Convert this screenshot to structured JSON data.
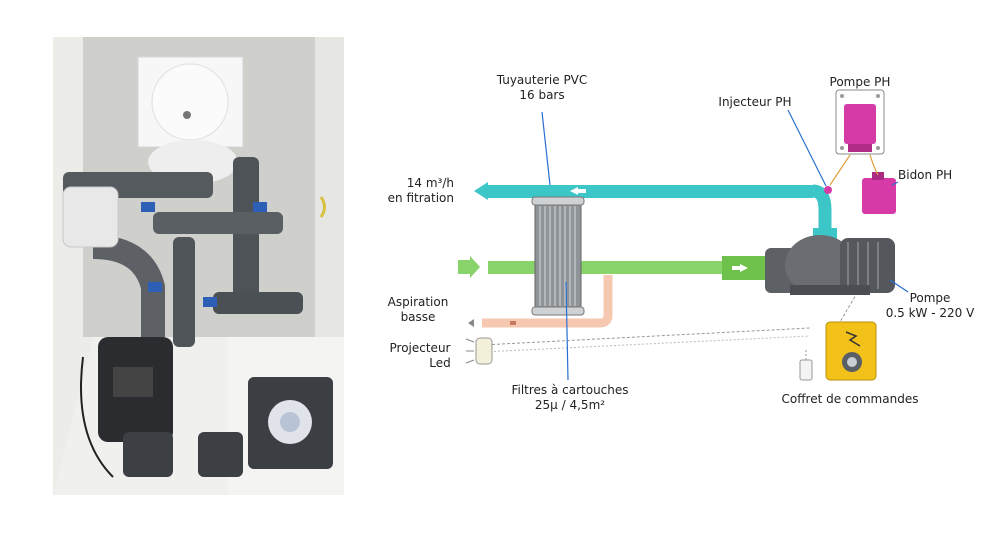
{
  "labels": {
    "tuyauterie_line1": "Tuyauterie PVC",
    "tuyauterie_line2": "16 bars",
    "pompe_ph": "Pompe PH",
    "injecteur_ph": "Injecteur PH",
    "bidon_ph": "Bidon PH",
    "debit_line1": "14 m³/h",
    "debit_line2": "en fitration",
    "aspiration_line1": "Aspiration",
    "aspiration_line2": "basse",
    "projecteur_line1": "Projecteur",
    "projecteur_line2": "Led",
    "filtres_line1": "Filtres à cartouches",
    "filtres_line2": "25µ / 4,5m²",
    "pompe_line1": "Pompe",
    "pompe_line2": "0.5 kW - 220 V",
    "coffret": "Coffret de commandes"
  },
  "colors": {
    "return_pipe": "#3cc6c8",
    "suction_pipe": "#88d36a",
    "pump_body": "#6a6e73",
    "ph_pump": "#d63aa6",
    "control_box": "#f2c21a",
    "drain_pipe": "#f6c8b2"
  }
}
